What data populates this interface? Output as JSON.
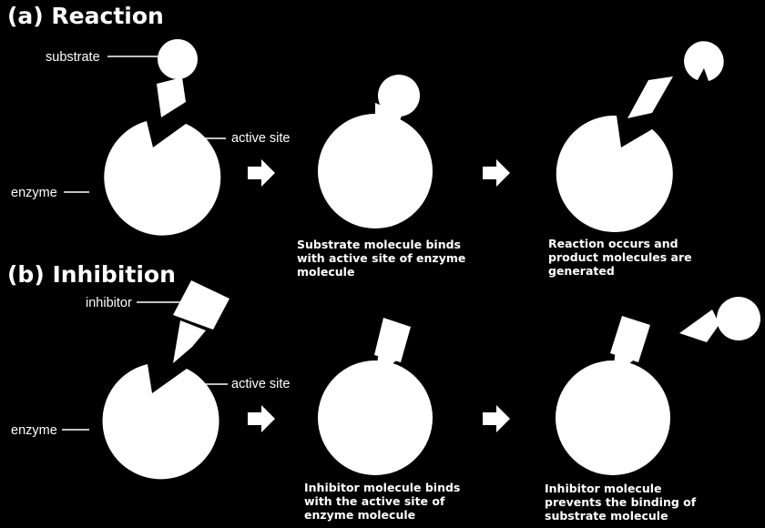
{
  "reaction": {
    "heading": "(a) Reaction",
    "labels": {
      "substrate": "substrate",
      "active_site": "active site",
      "enzyme": "enzyme"
    },
    "captions": {
      "bind": [
        "Substrate molecule binds",
        "with active site of enzyme",
        "molecule"
      ],
      "product": [
        "Reaction occurs and",
        "product molecules are",
        "generated"
      ]
    }
  },
  "inhibition": {
    "heading": "(b) Inhibition",
    "labels": {
      "inhibitor": "inhibitor",
      "active_site": "active site",
      "enzyme": "enzyme"
    },
    "captions": {
      "bind": [
        "Inhibitor molecule binds",
        "with the active site of",
        "enzyme molecule"
      ],
      "block": [
        "Inhibitor molecule",
        "prevents the binding of",
        "substrate molecule"
      ]
    }
  },
  "colors": {
    "background": "#000000",
    "foreground": "#ffffff"
  },
  "icons": [
    "arrow-right-icon"
  ]
}
